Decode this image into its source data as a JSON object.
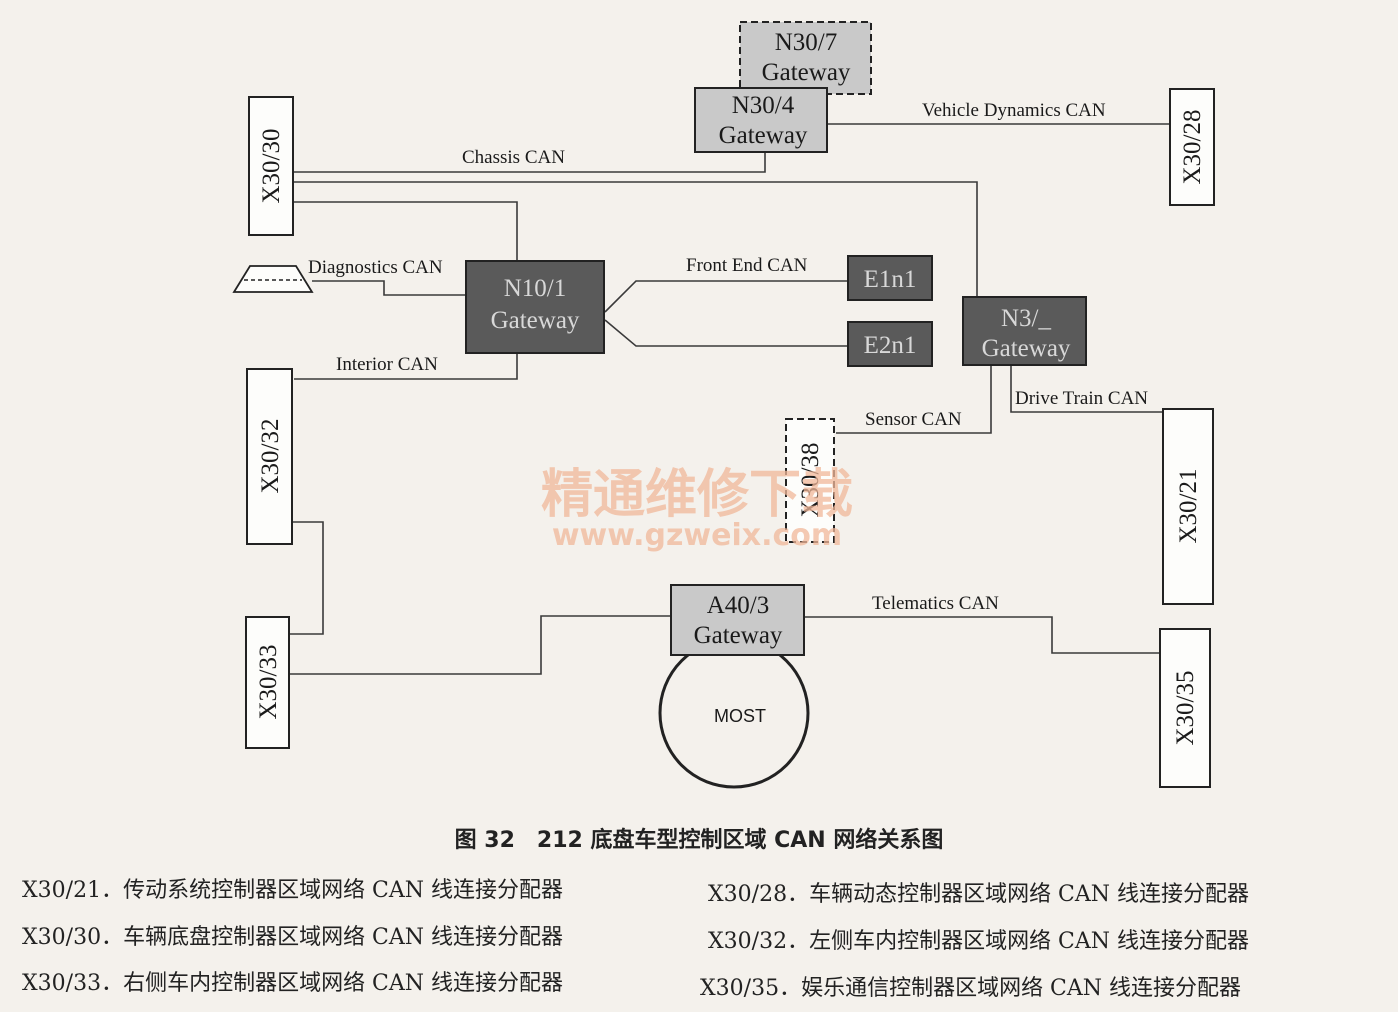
{
  "nodes": {
    "n30_7": [
      "N30/7",
      "Gateway"
    ],
    "n30_4": [
      "N30/4",
      "Gateway"
    ],
    "n10_1": [
      "N10/1",
      "Gateway"
    ],
    "n3": [
      "N3/_",
      "Gateway"
    ],
    "a40_3": [
      "A40/3",
      "Gateway"
    ],
    "e1n1": "E1n1",
    "e2n1": "E2n1",
    "most": "MOST"
  },
  "connectors": {
    "x30_30": "X30/30",
    "x30_28": "X30/28",
    "x30_32": "X30/32",
    "x30_33": "X30/33",
    "x30_38": "X30/38",
    "x30_21": "X30/21",
    "x30_35": "X30/35"
  },
  "buses": {
    "vehicle_dynamics": "Vehicle Dynamics CAN",
    "chassis": "Chassis CAN",
    "diagnostics": "Diagnostics CAN",
    "front_end": "Front End CAN",
    "interior": "Interior CAN",
    "sensor": "Sensor CAN",
    "drive_train": "Drive Train CAN",
    "telematics": "Telematics CAN"
  },
  "watermark": {
    "line1": "精通维修下载",
    "line2": "www.gzweix.com"
  },
  "caption": "图 32　212 底盘车型控制区域 CAN 网络关系图",
  "legend": [
    "X30/21．传动系统控制器区域网络 CAN 线连接分配器",
    "X30/28．车辆动态控制器区域网络 CAN 线连接分配器",
    "X30/30．车辆底盘控制器区域网络 CAN 线连接分配器",
    "X30/32．左侧车内控制器区域网络 CAN 线连接分配器",
    "X30/33．右侧车内控制器区域网络 CAN 线连接分配器",
    "X30/35．娱乐通信控制器区域网络 CAN 线连接分配器"
  ]
}
